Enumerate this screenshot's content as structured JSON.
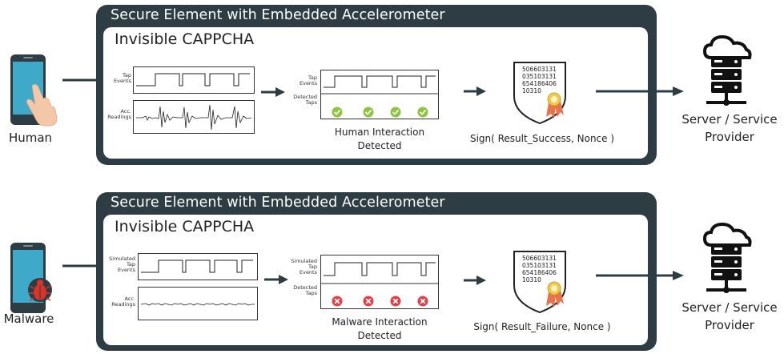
{
  "rows": [
    {
      "panel_title": "Secure Element with Embedded Accelerometer",
      "inner_title": "Invisible CAPPCHA",
      "actor_label": "Human",
      "signal_labels": [
        "Tap\nEvents",
        "Acc.\nReadings"
      ],
      "detect_labels": [
        "Tap\nEvents",
        "Detected\nTaps"
      ],
      "detection_status": "success",
      "detection_caption": [
        "Human Interaction",
        "Detected"
      ],
      "cert_lines": [
        "506603131",
        "035103131",
        "654186406",
        "10310"
      ],
      "sign_caption": "Sign( Result_Success, Nonce )",
      "server_label": [
        "Server / Service",
        "Provider"
      ]
    },
    {
      "panel_title": "Secure Element with Embedded Accelerometer",
      "inner_title": "Invisible CAPPCHA",
      "actor_label": "Malware",
      "signal_labels": [
        "Simulated\nTap\nEvents",
        "Acc.\nReadings"
      ],
      "detect_labels": [
        "Simulated\nTap\nEvents",
        "Detected\nTaps"
      ],
      "detection_status": "failure",
      "detection_caption": [
        "Malware Interaction",
        "Detected"
      ],
      "cert_lines": [
        "506603131",
        "035103131",
        "654186406",
        "10310"
      ],
      "sign_caption": "Sign( Result_Failure, Nonce )",
      "server_label": [
        "Server / Service",
        "Provider"
      ]
    }
  ],
  "colors": {
    "panel": "#2e3d43",
    "success": "#8cc63f",
    "failure": "#e0404a",
    "ribbon": "#e8734a",
    "medal": "#f2c94c"
  },
  "icons": {
    "actor_human": "smartphone-tap-icon",
    "actor_malware": "smartphone-bug-icon",
    "certificate": "signed-certificate-icon",
    "server": "cloud-server-icon"
  }
}
